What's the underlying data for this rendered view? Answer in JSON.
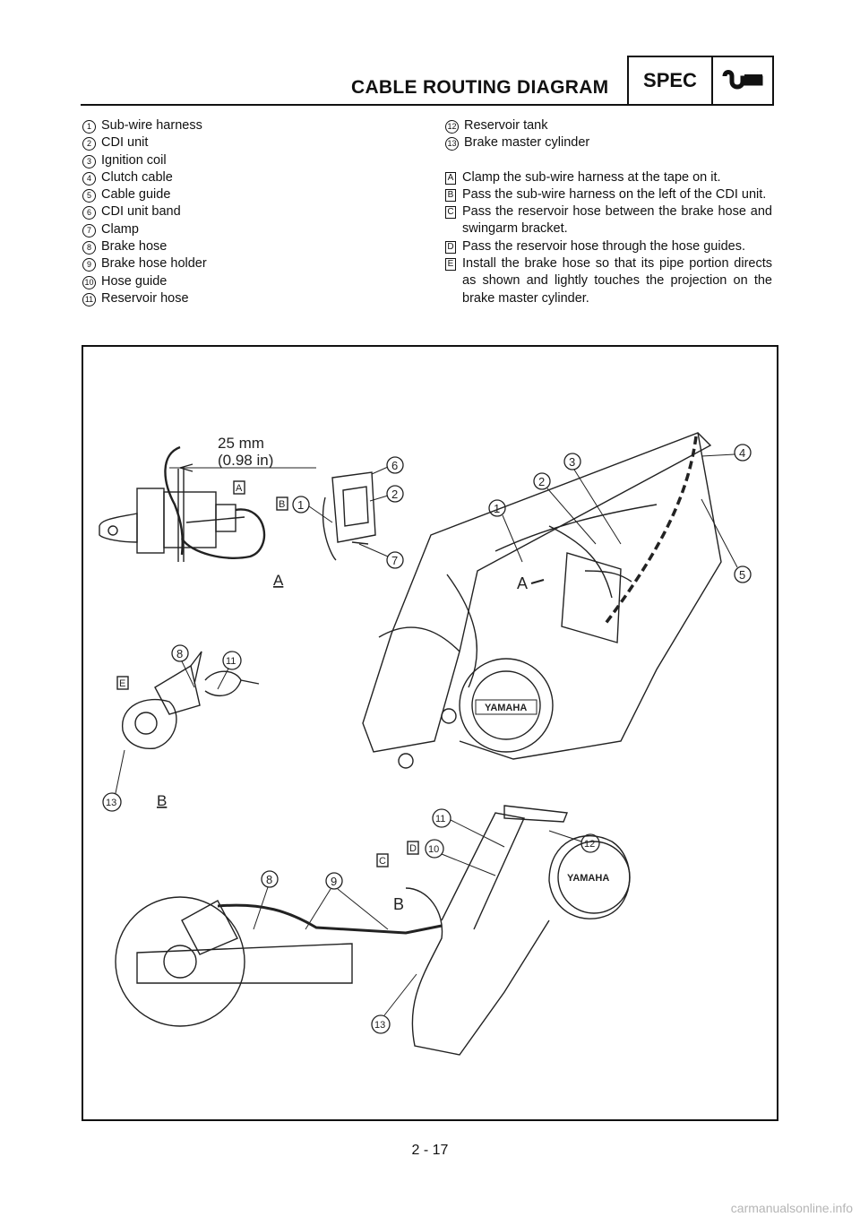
{
  "header": {
    "title": "CABLE ROUTING DIAGRAM",
    "badge": "SPEC",
    "badge_icon": "wrench-icon"
  },
  "legend_left": [
    {
      "num": "1",
      "text": "Sub-wire harness"
    },
    {
      "num": "2",
      "text": "CDI unit"
    },
    {
      "num": "3",
      "text": "Ignition coil"
    },
    {
      "num": "4",
      "text": "Clutch cable"
    },
    {
      "num": "5",
      "text": "Cable guide"
    },
    {
      "num": "6",
      "text": "CDI unit band"
    },
    {
      "num": "7",
      "text": "Clamp"
    },
    {
      "num": "8",
      "text": "Brake hose"
    },
    {
      "num": "9",
      "text": "Brake hose holder"
    },
    {
      "num": "10",
      "text": "Hose guide"
    },
    {
      "num": "11",
      "text": "Reservoir hose"
    }
  ],
  "legend_right": [
    {
      "num": "12",
      "text": "Reservoir tank"
    },
    {
      "num": "13",
      "text": "Brake master cylinder"
    }
  ],
  "notes": [
    {
      "letter": "A",
      "text": "Clamp the sub-wire harness at the tape on it."
    },
    {
      "letter": "B",
      "text": "Pass the sub-wire harness on the left of the CDI unit."
    },
    {
      "letter": "C",
      "text": "Pass the reservoir hose between the brake hose and swingarm bracket."
    },
    {
      "letter": "D",
      "text": "Pass the reservoir hose through the hose guides."
    },
    {
      "letter": "E",
      "text": "Install the brake hose so that its pipe portion directs as shown and lightly touches the projection on the brake master cylinder."
    }
  ],
  "figure": {
    "dimension_mm": "25 mm",
    "dimension_in": "(0.98 in)",
    "detail_a": "A",
    "detail_b": "B",
    "brand": "YAMAHA",
    "callouts": {
      "n1": "1",
      "n2": "2",
      "n3": "3",
      "n4": "4",
      "n5": "5",
      "n6": "6",
      "n7": "7",
      "n8": "8",
      "n9": "9",
      "n10": "10",
      "n11": "11",
      "n12": "12",
      "n13": "13",
      "lA": "A",
      "lB": "B",
      "lC": "C",
      "lD": "D",
      "lE": "E"
    }
  },
  "footer": {
    "page": "2 - 17",
    "watermark": "carmanualsonline.info"
  }
}
